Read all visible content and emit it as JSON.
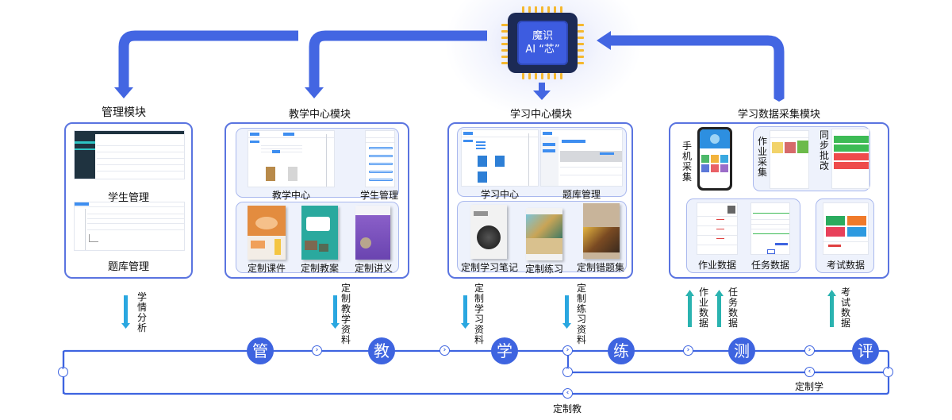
{
  "core": {
    "line1": "魔识",
    "line2": "AI “芯”"
  },
  "colors": {
    "primary_blue": "#3e64e0",
    "module_border": "#5a74e0",
    "subpanel_bg": "#eef2fc",
    "down_arrow_cyan": "#2aa7e0",
    "up_arrow_teal": "#2ab3b0",
    "chip_pin": "#f5b82e",
    "chip_body": "#1c2a55"
  },
  "modules": {
    "management": {
      "title": "管理模块",
      "items": [
        "学生管理",
        "题库管理"
      ]
    },
    "teaching": {
      "title": "教学中心模块",
      "screens": [
        "教学中心",
        "学生管理"
      ],
      "materials": [
        "定制课件",
        "定制教案",
        "定制讲义"
      ]
    },
    "learning": {
      "title": "学习中心模块",
      "screens": [
        "学习中心",
        "题库管理"
      ],
      "materials": [
        "定制学习笔记",
        "定制练习",
        "定制错题集"
      ]
    },
    "data_collection": {
      "title": "学习数据采集模块",
      "phone_label": "手机采集",
      "homework_collect_label": "作业采集",
      "sync_grading_label": "同步批改",
      "homework_data": "作业数据",
      "task_data": "任务数据",
      "exam_data": "考试数据"
    }
  },
  "connectors": {
    "down": [
      {
        "label": "学情分析"
      },
      {
        "label": "定制教学资料"
      },
      {
        "label": "定制学习资料"
      },
      {
        "label": "定制练习资料"
      }
    ],
    "up": [
      {
        "label": "作业数据"
      },
      {
        "label": "任务数据"
      },
      {
        "label": "考试数据"
      }
    ]
  },
  "flow": {
    "nodes": [
      "管",
      "教",
      "学",
      "练",
      "测",
      "评"
    ],
    "loop_labels": {
      "inner": "定制学",
      "outer": "定制教"
    }
  }
}
